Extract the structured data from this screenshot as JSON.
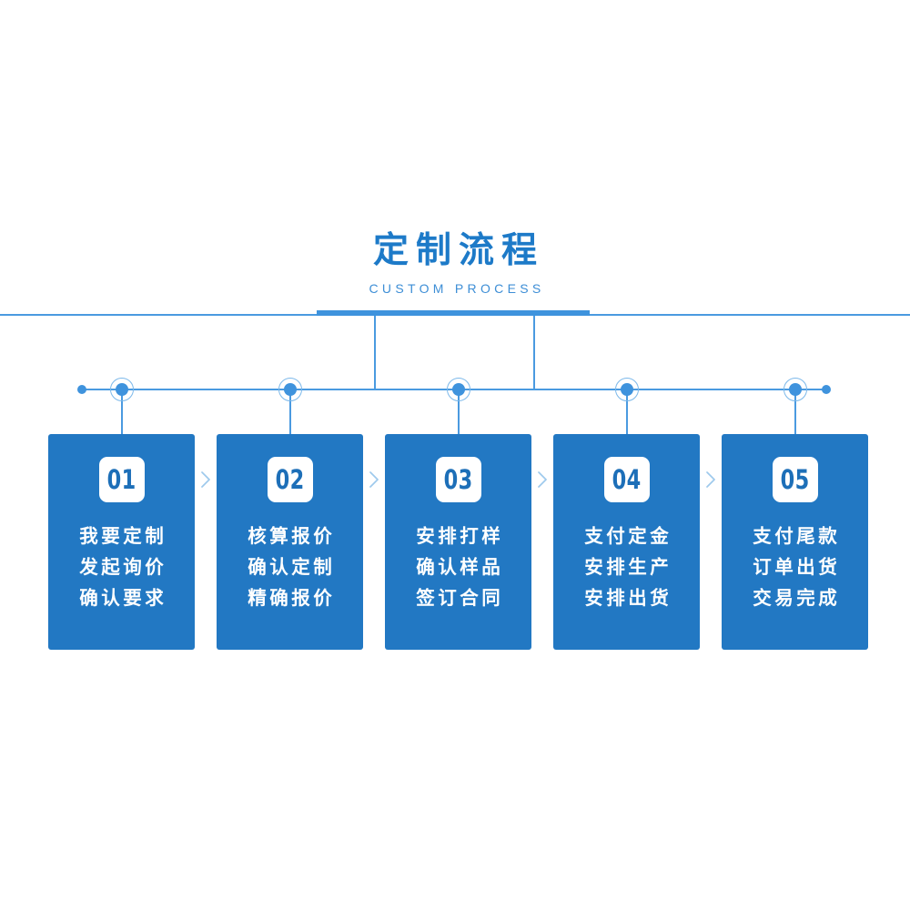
{
  "header": {
    "title_cn": "定制流程",
    "title_en": "CUSTOM PROCESS"
  },
  "colors": {
    "card_blue": "#2278c3",
    "line_blue": "#4a9ae0",
    "accent_bar": "#3e93dd",
    "title_blue": "#1d7ac8",
    "subtitle_blue": "#3d8ed6",
    "badge_text": "#1d6fb8",
    "chevron": "#9ec9ec",
    "background": "#ffffff"
  },
  "separator_icon": "chevron-right-icon",
  "steps": [
    {
      "number": "01",
      "lines": [
        "我要定制",
        "发起询价",
        "确认要求"
      ]
    },
    {
      "number": "02",
      "lines": [
        "核算报价",
        "确认定制",
        "精确报价"
      ]
    },
    {
      "number": "03",
      "lines": [
        "安排打样",
        "确认样品",
        "签订合同"
      ]
    },
    {
      "number": "04",
      "lines": [
        "支付定金",
        "安排生产",
        "安排出货"
      ]
    },
    {
      "number": "05",
      "lines": [
        "支付尾款",
        "订单出货",
        "交易完成"
      ]
    }
  ]
}
